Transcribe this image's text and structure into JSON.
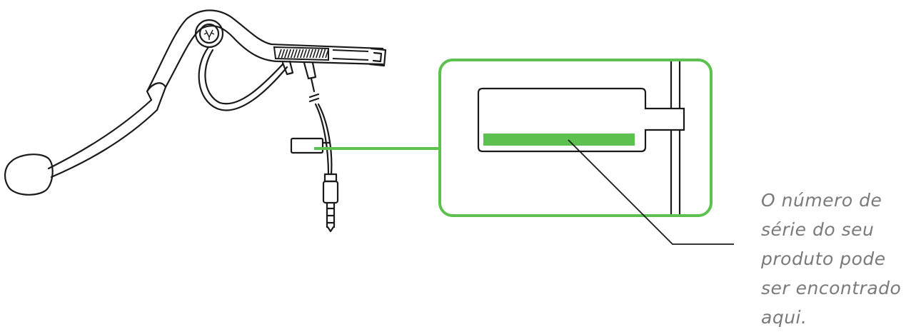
{
  "caption": {
    "lines": [
      "O número de",
      "série do seu",
      "produto pode",
      "ser encontrado",
      "aqui."
    ]
  },
  "colors": {
    "accent": "#5cc14e",
    "line": "#1a1a1a",
    "caption_text": "#7a7a7a",
    "background": "#ffffff"
  },
  "icons": {
    "headset": "headset-illustration",
    "logo": "razer-logo-icon",
    "serial_label": "serial-number-label-icon"
  }
}
